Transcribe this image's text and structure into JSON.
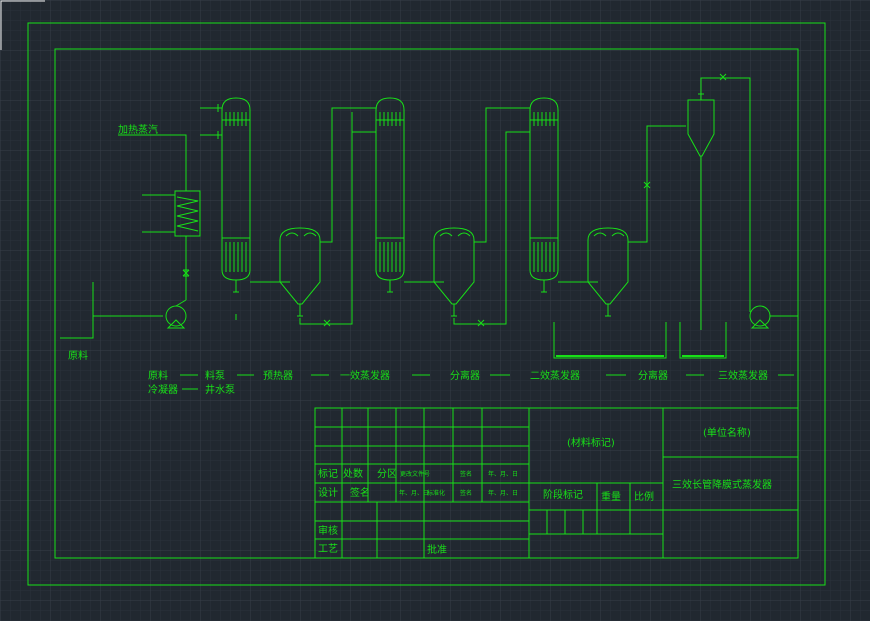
{
  "colors": {
    "background": "#212830",
    "grid_minor": "#2b323b",
    "grid_major": "#363e48",
    "line": "#18e018",
    "text": "#18e018",
    "white": "#f2f2f2"
  },
  "labels": {
    "heating_steam": "加热蒸汽",
    "raw_material": "原料"
  },
  "flow": {
    "items": [
      "原料",
      "料泵",
      "预热器",
      "一效蒸发器",
      "分离器",
      "二效蒸发器",
      "分离器",
      "三效蒸发器"
    ],
    "items_row2": [
      "冷凝器",
      "井水泵"
    ]
  },
  "title_block": {
    "material_mark": "(材料标记)",
    "unit_name": "(单位名称)",
    "drawing_title": "三效长管降膜式蒸发器",
    "mark": "标记",
    "count": "处数",
    "zone": "分区",
    "doc_no": "更改文件号",
    "signature_small": "签名",
    "date_small": "年、月、日",
    "design": "设计",
    "sign": "签名",
    "ymd": "年、月、日",
    "standardize": "标准化",
    "sign2": "签名",
    "ymd2": "年、月、日",
    "stage_mark": "阶段标记",
    "weight": "重量",
    "scale": "比例",
    "review": "审核",
    "process": "工艺",
    "approve": "批准"
  }
}
